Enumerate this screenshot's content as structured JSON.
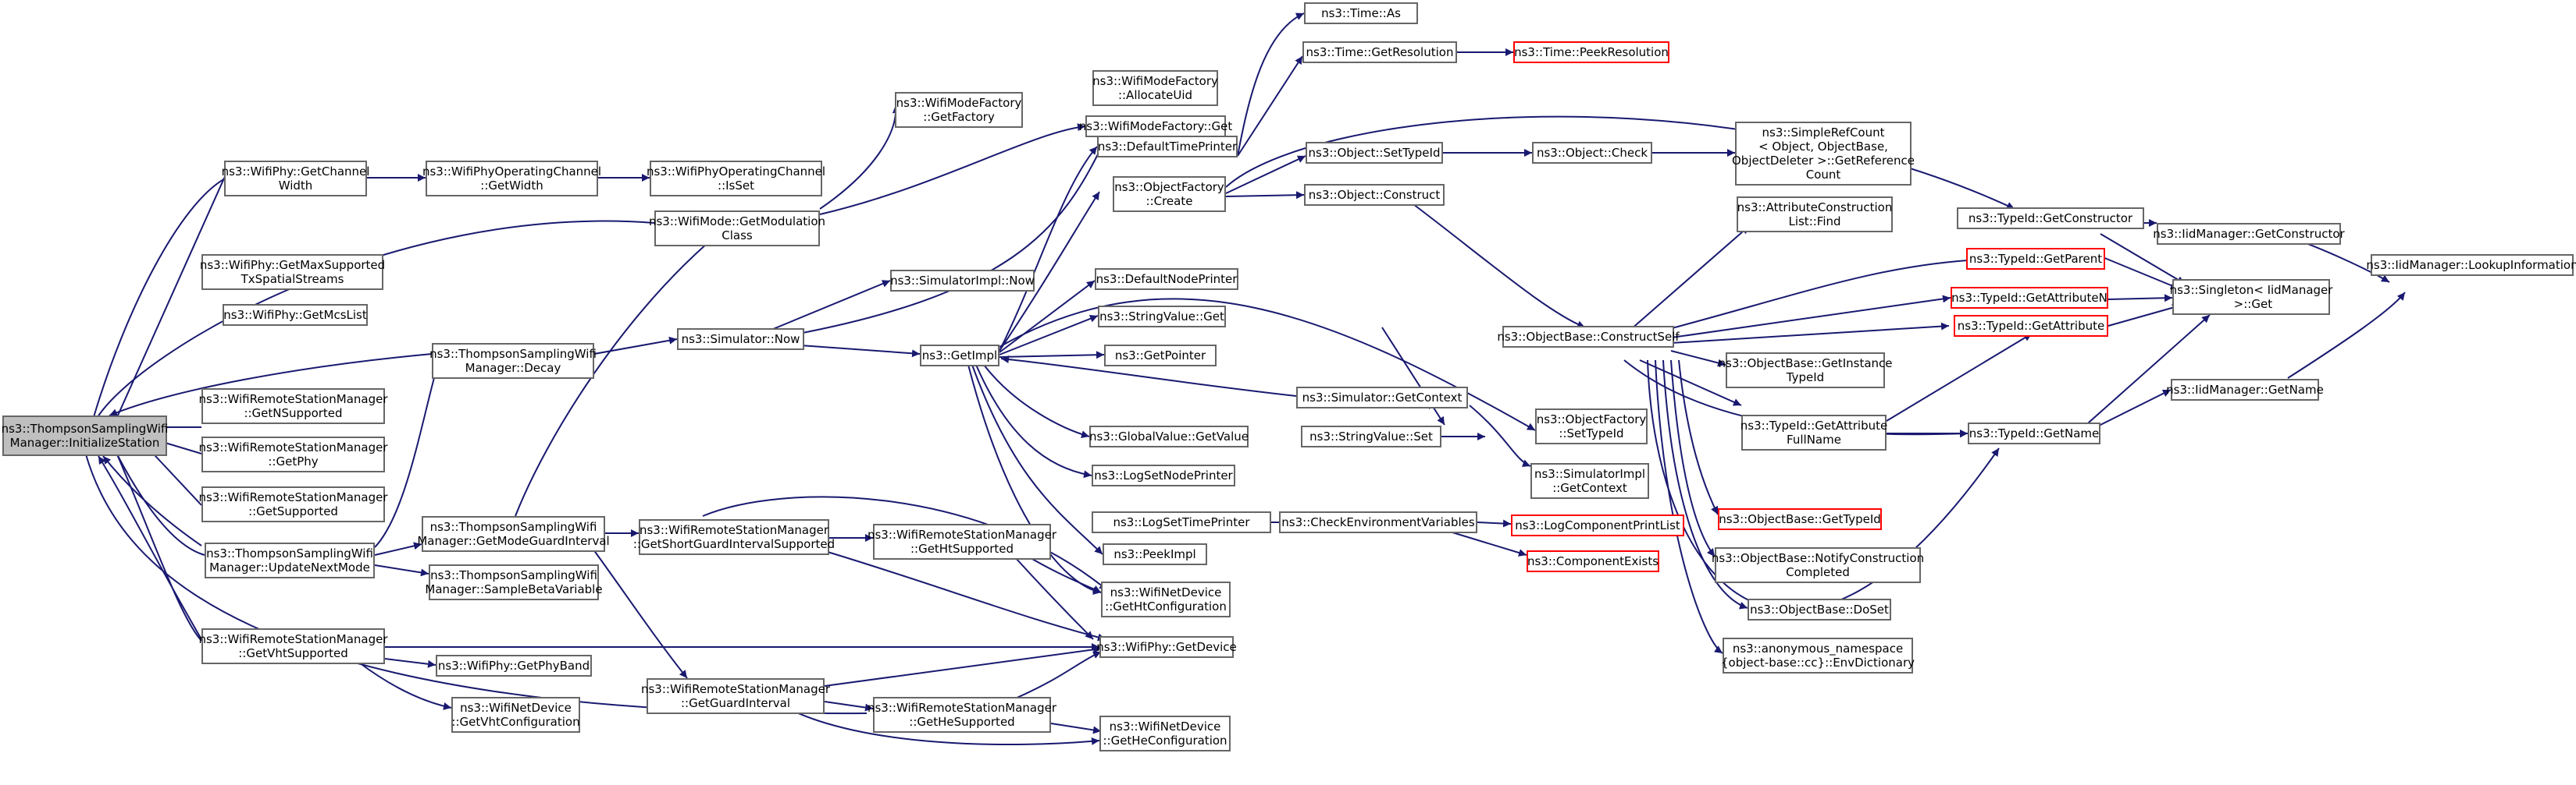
{
  "colors": {
    "edge": "#191970",
    "border": "#666666",
    "truncated_border": "#ff0000",
    "root_fill": "#bfbfbf"
  },
  "nodes": {
    "root": "ns3::ThompsonSamplingWifi\nManager::InitializeStation",
    "wifiphy_getchannelwidth": "ns3::WifiPhy::GetChannel\nWidth",
    "wifiphy_getmaxsupportedtx": "ns3::WifiPhy::GetMaxSupported\nTxSpatialStreams",
    "wifiphy_getmcslist": "ns3::WifiPhy::GetMcsList",
    "rsm_getnsupported": "ns3::WifiRemoteStationManager\n::GetNSupported",
    "rsm_getphy": "ns3::WifiRemoteStationManager\n::GetPhy",
    "rsm_getsupported": "ns3::WifiRemoteStationManager\n::GetSupported",
    "ts_updatenextmode": "ns3::ThompsonSamplingWifi\nManager::UpdateNextMode",
    "rsm_getvhtsupported": "ns3::WifiRemoteStationManager\n::GetVhtSupported",
    "ts_decay": "ns3::ThompsonSamplingWifi\nManager::Decay",
    "ts_getmodeguardinterval": "ns3::ThompsonSamplingWifi\nManager::GetModeGuardInterval",
    "ts_samplebetavariable": "ns3::ThompsonSamplingWifi\nManager::SampleBetaVariable",
    "wifiphy_getphyband": "ns3::WifiPhy::GetPhyBand",
    "netdevice_getvhtconfiguration": "ns3::WifiNetDevice\n::GetVhtConfiguration",
    "phychannel_getwidth": "ns3::WifiPhyOperatingChannel\n::GetWidth",
    "phychannel_isset": "ns3::WifiPhyOperatingChannel\n::IsSet",
    "wifimode_getmodulationclass": "ns3::WifiMode::GetModulation\nClass",
    "simulatorimpl_now": "ns3::SimulatorImpl::Now",
    "simulator_now": "ns3::Simulator::Now",
    "rsm_getshortguardintervalsupported": "ns3::WifiRemoteStationManager\n::GetShortGuardIntervalSupported",
    "rsm_getguardinterval": "ns3::WifiRemoteStationManager\n::GetGuardInterval",
    "modefactory_getfactory": "ns3::WifiModeFactory\n::GetFactory",
    "modefactory_allocateuid": "ns3::WifiModeFactory\n::AllocateUid",
    "modefactory_get": "ns3::WifiModeFactory::Get",
    "simulator_getimpl": "ns3::GetImpl",
    "rsm_gethtsupported": "ns3::WifiRemoteStationManager\n::GetHtSupported",
    "rsm_gethesupported": "ns3::WifiRemoteStationManager\n::GetHeSupported",
    "defaulttimeprinter": "ns3::DefaultTimePrinter",
    "objectfactory_create": "ns3::ObjectFactory\n::Create",
    "defaultnodeprinter": "ns3::DefaultNodePrinter",
    "stringvalue_get": "ns3::StringValue::Get",
    "getpointer": "ns3::GetPointer",
    "globalvalue_getvalue": "ns3::GlobalValue::GetValue",
    "logsetnodeprinter": "ns3::LogSetNodePrinter",
    "logsettimeprinter": "ns3::LogSetTimePrinter",
    "peekimpl": "ns3::PeekImpl",
    "netdevice_gethtconfiguration": "ns3::WifiNetDevice\n::GetHtConfiguration",
    "wifiphy_getdevice": "ns3::WifiPhy::GetDevice",
    "netdevice_gethehconfiguration": "ns3::WifiNetDevice\n::GetHeConfiguration",
    "time_as": "ns3::Time::As",
    "time_getresolution": "ns3::Time::GetResolution",
    "time_peekresolution": "ns3::Time::PeekResolution",
    "object_settypeid": "ns3::Object::SetTypeId",
    "object_construct": "ns3::Object::Construct",
    "stringvalue_set": "ns3::StringValue::Set",
    "simulator_getcontext": "ns3::Simulator::GetContext",
    "checkenvironmentvariables": "ns3::CheckEnvironmentVariables",
    "object_check": "ns3::Object::Check",
    "simplerefcount_getreferencecount": "ns3::SimpleRefCount\n< Object, ObjectBase,\nObjectDeleter >::GetReference\nCount",
    "attributeconstructionlist_find": "ns3::AttributeConstruction\nList::Find",
    "objectbase_constructself": "ns3::ObjectBase::ConstructSelf",
    "objectfactory_settypeid": "ns3::ObjectFactory\n::SetTypeId",
    "simulatorimpl_getcontext": "ns3::SimulatorImpl\n::GetContext",
    "logcomponentprintlist": "ns3::LogComponentPrintList",
    "componentexists": "ns3::ComponentExists",
    "typeid_getparent": "ns3::TypeId::GetParent",
    "typeid_getattributen": "ns3::TypeId::GetAttributeN",
    "typeid_getattribute": "ns3::TypeId::GetAttribute",
    "objectbase_getinstancetypeid": "ns3::ObjectBase::GetInstance\nTypeId",
    "typeid_getattributefullname": "ns3::TypeId::GetAttribute\nFullName",
    "objectbase_gettypeid": "ns3::ObjectBase::GetTypeId",
    "objectbase_notifyconstructioncompleted": "ns3::ObjectBase::NotifyConstruction\nCompleted",
    "objectbase_doset": "ns3::ObjectBase::DoSet",
    "envdictionary": "ns3::anonymous_namespace\n{object-base::cc}::EnvDictionary",
    "typeid_getconstructor": "ns3::TypeId::GetConstructor",
    "iidmanager_getconstructor": "ns3::IidManager::GetConstructor",
    "singleton_iidmanager_get": "ns3::Singleton< IidManager\n >::Get",
    "typeid_getname": "ns3::TypeId::GetName",
    "iidmanager_getname": "ns3::IidManager::GetName",
    "iidmanager_lookupinformation": "ns3::IidManager::LookupInformation"
  }
}
